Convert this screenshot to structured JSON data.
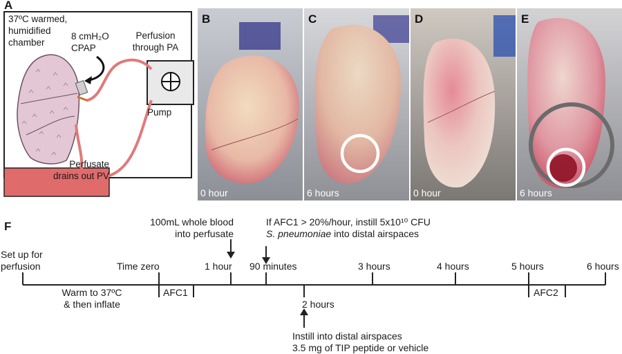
{
  "panelA": {
    "letter": "A",
    "chamber_line1": "37ºC warmed,",
    "chamber_line2": "humidified",
    "chamber_line3": "chamber",
    "cpap_line1": "8 cmH₂O",
    "cpap_line2": "CPAP",
    "perfusion_line1": "Perfusion",
    "perfusion_line2": "through PA",
    "pump_label": "Pump",
    "perfusate_line1": "Perfusate",
    "perfusate_line2": "drains out PV"
  },
  "photos": [
    {
      "letter": "B",
      "time": "0 hour"
    },
    {
      "letter": "C",
      "time": "6 hours"
    },
    {
      "letter": "D",
      "time": "0 hour"
    },
    {
      "letter": "E",
      "time": "6 hours"
    }
  ],
  "panelF": {
    "letter": "F",
    "setup_line1": "Set up for",
    "setup_line2": "perfusion",
    "time_zero": "Time zero",
    "hour1": "1 hour",
    "min90": "90 minutes",
    "hour3": "3 hours",
    "hour4": "4 hours",
    "hour5": "5 hours",
    "hour6": "6 hours",
    "blood_line1": "100mL whole blood",
    "blood_line2": "into perfusate",
    "afc_line1": "If AFC1 > 20%/hour, instill 5x10¹⁰ CFU",
    "afc_line2_italic": "S. pneumoniae",
    "afc_line2_rest": " into distal airspaces",
    "warm_line1": "Warm to 37ºC",
    "warm_line2": "& then inflate",
    "afc1": "AFC1",
    "hour2": "2 hours",
    "instill_line1": "Instill into distal airspaces",
    "instill_line2": "3.5 mg of TIP peptide or vehicle",
    "afc2": "AFC2"
  },
  "colors": {
    "tube": "#e07a7a",
    "perfusate": "#e06b6b",
    "lung": "#e3c7d4",
    "ring": "#ffffff",
    "outer_ring": "#6b6b6b"
  }
}
